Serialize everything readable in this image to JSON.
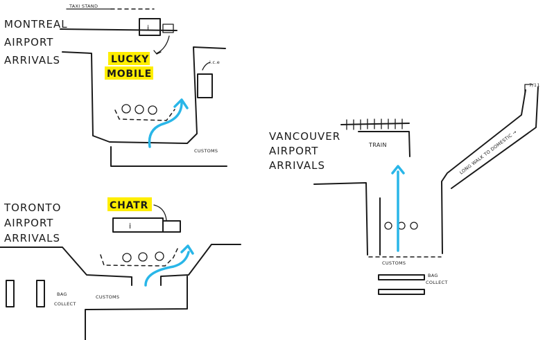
{
  "colors": {
    "highlight": "#ffee00",
    "flow_arrow": "#29b6e8",
    "ink": "#1a1a1a"
  },
  "montreal": {
    "title_lines": [
      "MONTREAL",
      "AIRPORT",
      "ARRIVALS"
    ],
    "taxi_stand": "TAXI STAND",
    "info_icon": "i",
    "lucky_mobile": [
      "LUCKY",
      "MOBILE"
    ],
    "ice_label": "i.c.e",
    "customs": "CUSTOMS",
    "faces": [
      "☺",
      "☺",
      "☺"
    ]
  },
  "toronto": {
    "title_lines": [
      "TORONTO",
      "AIRPORT",
      "ARRIVALS"
    ],
    "chatr": "CHATR",
    "info_icon": "i",
    "bag_collect": [
      "BAG",
      "COLLECT"
    ],
    "customs": "CUSTOMS",
    "faces": [
      "☺",
      "☺",
      "☺"
    ]
  },
  "vancouver": {
    "title_lines": [
      "VANCOUVER",
      "AIRPORT",
      "ARRIVALS"
    ],
    "train": "TRAIN",
    "long_walk": "LONG WALK TO DOMESTIC →",
    "seven_eleven": "7/11",
    "customs": "CUSTOMS",
    "bag_collect": [
      "BAG",
      "COLLECT"
    ],
    "faces": [
      "☺",
      "☺",
      "☺"
    ]
  }
}
